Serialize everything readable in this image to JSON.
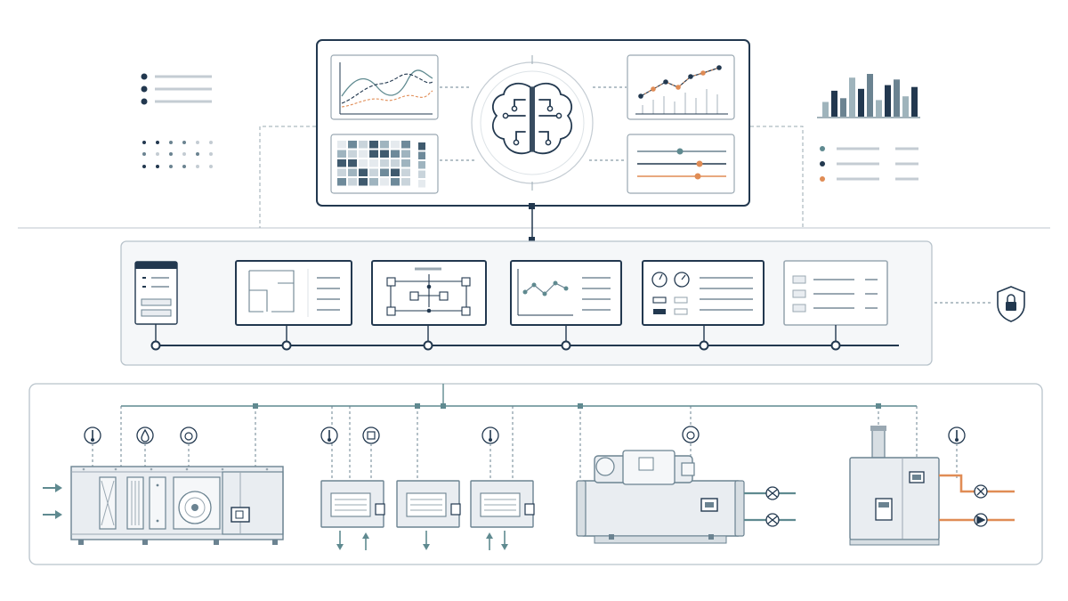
{
  "colors": {
    "navy": "#22384f",
    "slate": "#6b8391",
    "teal": "#5f8a90",
    "orange": "#e08c55",
    "light_gray": "#c4ccd3",
    "panel_bg": "#f5f7f9",
    "panel_border": "#b8c3cb",
    "equipment_fill": "#e9edf1"
  },
  "icons": {
    "ai_core": "brain-circuit-icon",
    "security": "padlock-shield-icon",
    "sensors": [
      "thermometer-icon",
      "humidity-drop-icon",
      "pressure-gauge-icon"
    ]
  },
  "analytics": {
    "bar_chart_levels": [
      0.25,
      0.55,
      0.35,
      0.9,
      0.6,
      1.0,
      0.3,
      0.7,
      0.85,
      0.4,
      0.65
    ]
  },
  "tiers": [
    "analytics-layer",
    "management-layer",
    "field-layer"
  ]
}
